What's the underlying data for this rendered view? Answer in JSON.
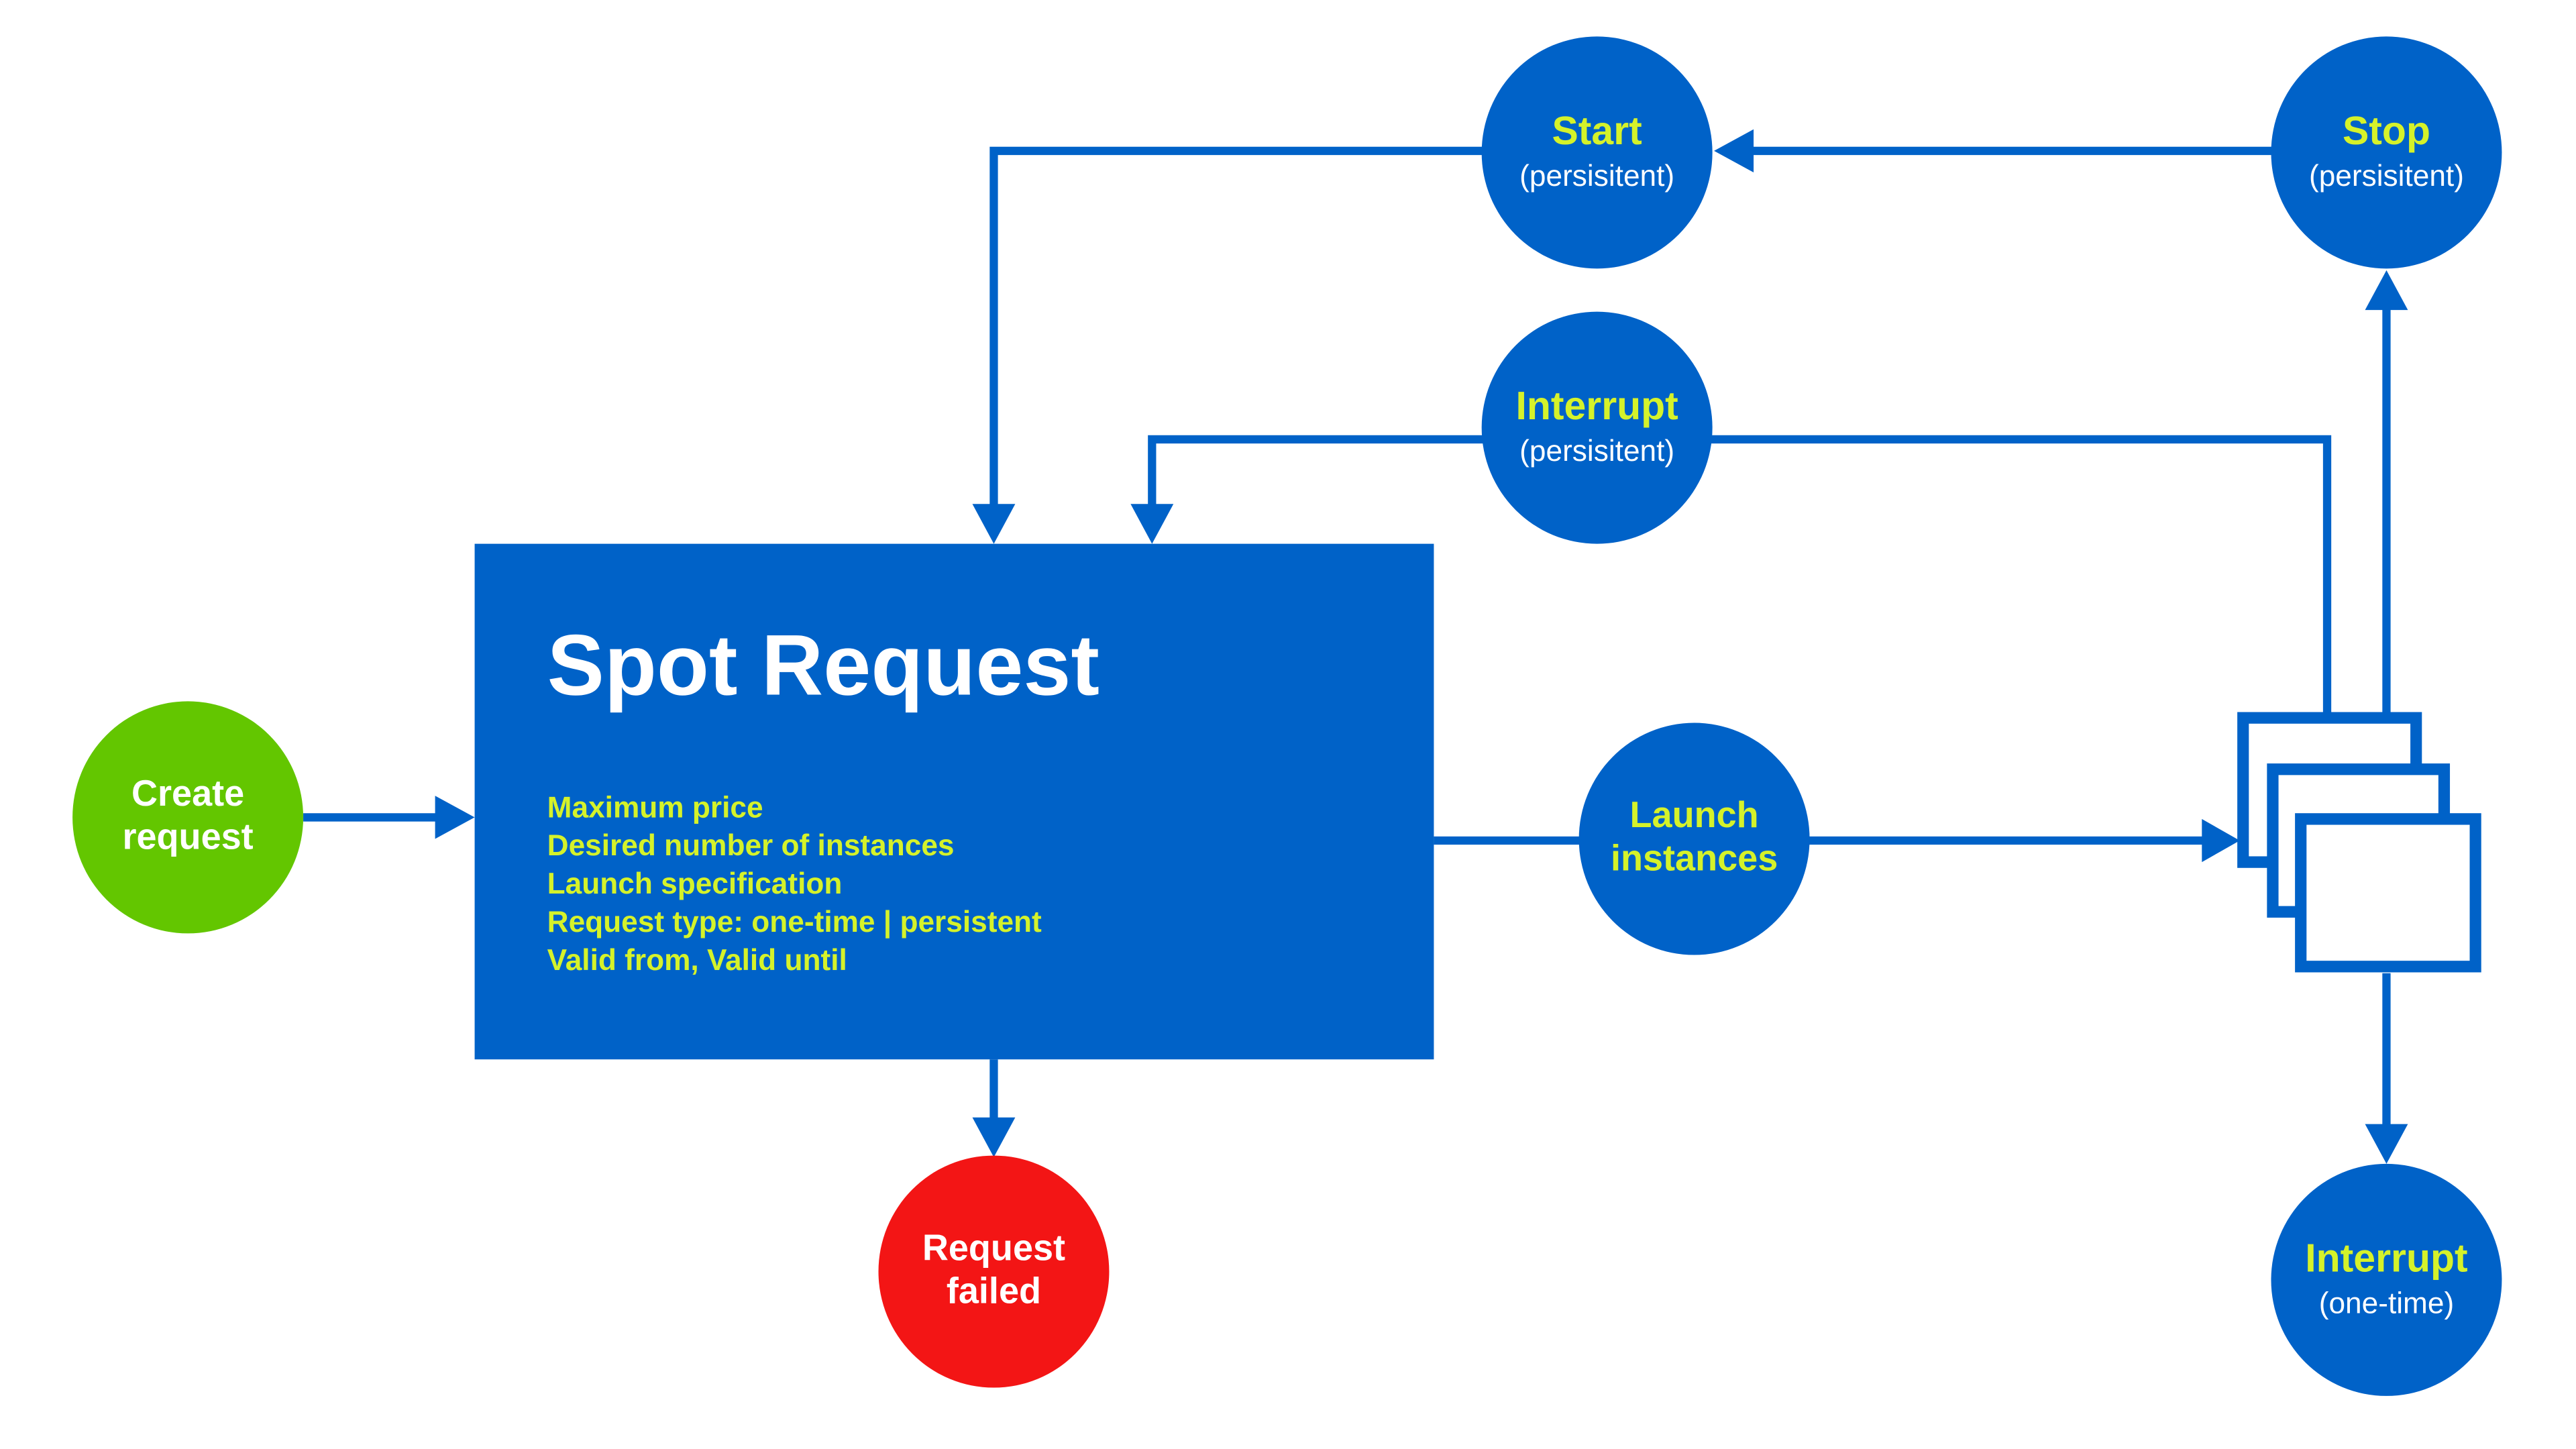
{
  "colors": {
    "blue": "#0062C8",
    "green": "#63C600",
    "red": "#F31515",
    "yellow": "#D5F22A",
    "white": "#FFFFFF"
  },
  "spot_request": {
    "title": "Spot Request",
    "details": [
      "Maximum price",
      "Desired number of instances",
      "Launch specification",
      "Request type: one-time | persistent",
      "Valid from, Valid until"
    ]
  },
  "nodes": {
    "create_request": {
      "line1": "Create",
      "line2": "request"
    },
    "request_failed": {
      "line1": "Request",
      "line2": "failed"
    },
    "launch_instances": {
      "line1": "Launch",
      "line2": "instances"
    },
    "start": {
      "label": "Start",
      "sub": "(persisitent)"
    },
    "stop": {
      "label": "Stop",
      "sub": "(persisitent)"
    },
    "interrupt_persistent": {
      "label": "Interrupt",
      "sub": "(persisitent)"
    },
    "interrupt_onetime": {
      "label": "Interrupt",
      "sub": "(one-time)"
    }
  },
  "icons": {
    "instances": "instances-stack-icon"
  }
}
